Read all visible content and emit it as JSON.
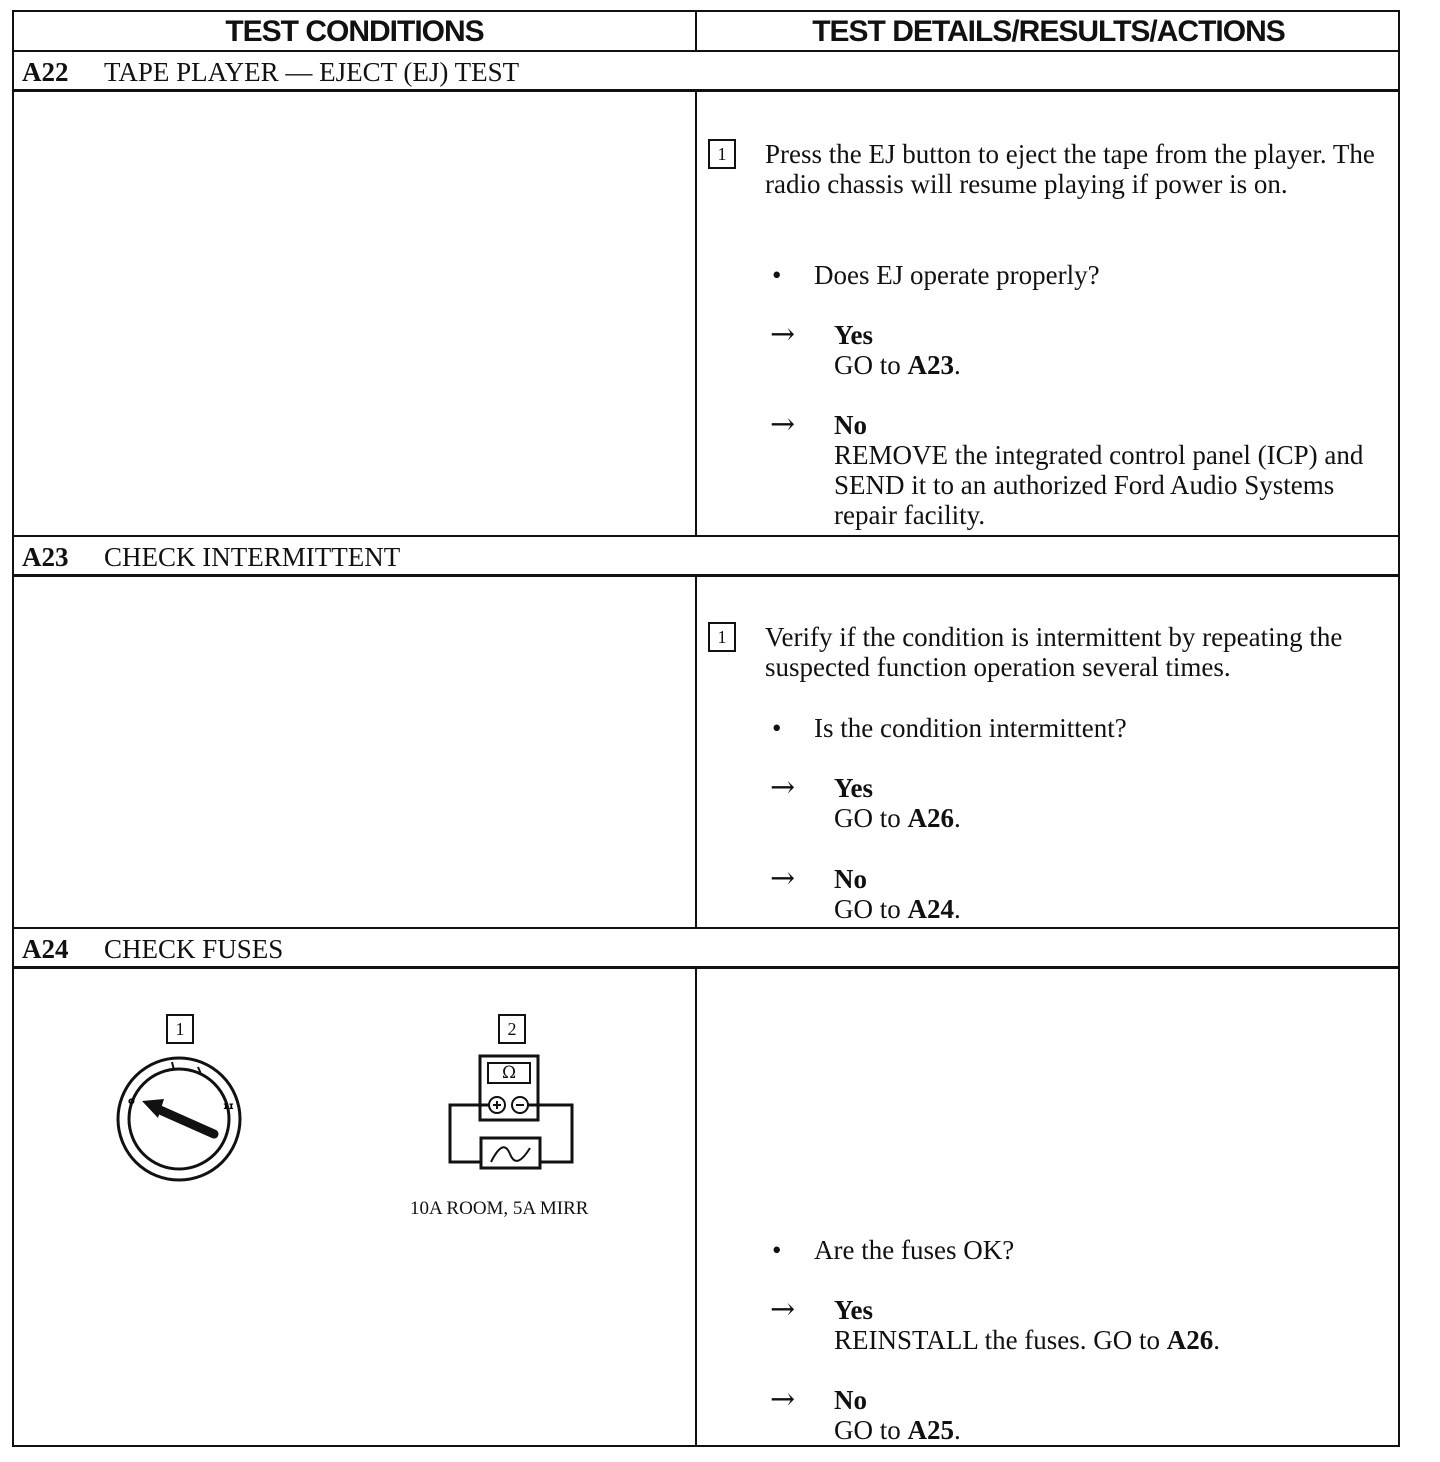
{
  "header": {
    "col_conditions": "TEST CONDITIONS",
    "col_details": "TEST DETAILS/RESULTS/ACTIONS"
  },
  "sections": [
    {
      "code": "A22",
      "title": "TAPE PLAYER — EJECT (EJ) TEST",
      "step_number": "1",
      "step_text": "Press the EJ button to eject the tape from the player. The radio chassis will resume playing if power is on.",
      "question": "Does EJ operate properly?",
      "yes_label": "Yes",
      "yes_action": "GO to",
      "yes_target": "A23",
      "yes_suffix": ".",
      "no_label": "No",
      "no_action": "REMOVE the integrated control panel (ICP) and SEND it to an authorized Ford Audio Systems repair facility."
    },
    {
      "code": "A23",
      "title": "CHECK INTERMITTENT",
      "step_number": "1",
      "step_text": "Verify if the condition is intermittent by repeating the suspected function operation several times.",
      "question": "Is the condition intermittent?",
      "yes_label": "Yes",
      "yes_action": "GO to",
      "yes_target": "A26",
      "yes_suffix": ".",
      "no_label": "No",
      "no_action": "GO to",
      "no_target": "A24",
      "no_suffix": "."
    },
    {
      "code": "A24",
      "title": "CHECK FUSES",
      "figure1_number": "1",
      "figure2_number": "2",
      "meter_symbol": "Ω",
      "figure_caption": "10A ROOM, 5A MIRR",
      "question": "Are the fuses OK?",
      "yes_label": "Yes",
      "yes_action": "REINSTALL the fuses. GO to",
      "yes_target": "A26",
      "yes_suffix": ".",
      "no_label": "No",
      "no_action": "GO to",
      "no_target": "A25",
      "no_suffix": "."
    }
  ],
  "symbols": {
    "bullet": "•",
    "arrow": "→"
  }
}
